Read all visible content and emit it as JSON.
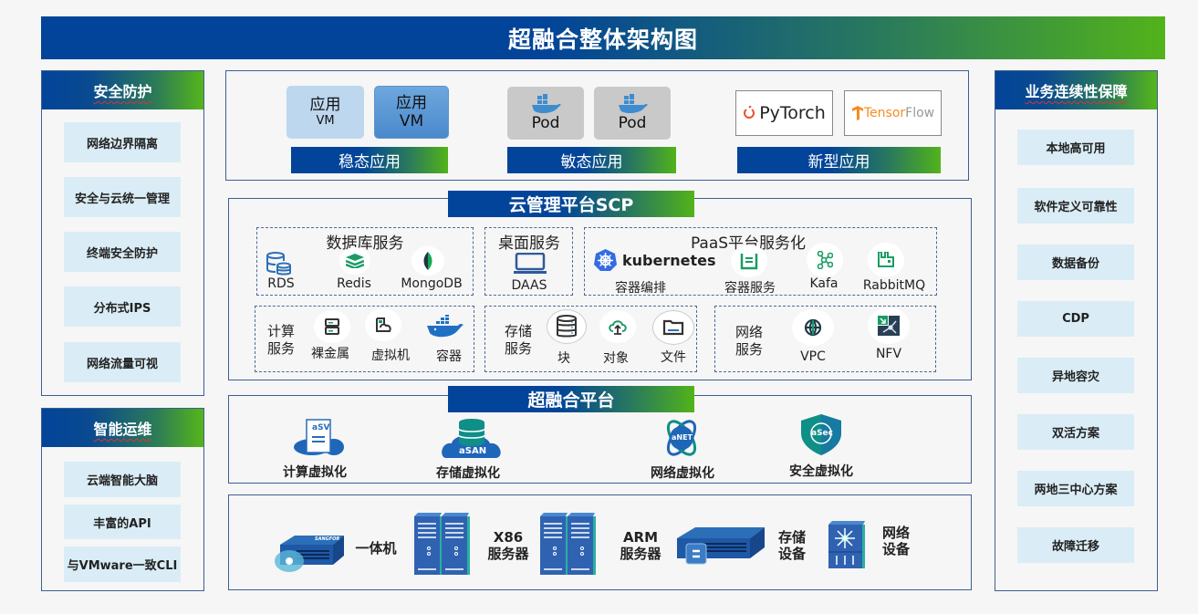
{
  "title": "超融合整体架构图",
  "left_panels": [
    {
      "heading": "安全防护",
      "items": [
        "网络边界隔离",
        "安全与云统一管理",
        "终端安全防护",
        "分布式IPS",
        "网络流量可视"
      ]
    },
    {
      "heading": "智能运维",
      "items": [
        "云端智能大脑",
        "丰富的API",
        "与VMware一致CLI"
      ]
    }
  ],
  "right_panel": {
    "heading": "业务连续性保障",
    "items": [
      "本地高可用",
      "软件定义可靠性",
      "数据备份",
      "CDP",
      "异地容灾",
      "双活方案",
      "两地三中心方案",
      "故障迁移"
    ]
  },
  "apps": {
    "stable": {
      "label": "稳态应用",
      "tiles": [
        {
          "line1": "应用",
          "line2": "VM"
        },
        {
          "line1": "应用",
          "line2": "VM"
        }
      ]
    },
    "sensitive": {
      "label": "敏态应用",
      "tiles": [
        {
          "text": "Pod"
        },
        {
          "text": "Pod"
        }
      ]
    },
    "new": {
      "label": "新型应用",
      "logos": [
        "PyTorch",
        "Tensor",
        "Flow"
      ]
    }
  },
  "scp": {
    "title": "云管理平台SCP",
    "db": {
      "title": "数据库服务",
      "items": [
        "RDS",
        "Redis",
        "MongoDB"
      ]
    },
    "desktop": {
      "title": "桌面服务",
      "items": [
        "DAAS"
      ]
    },
    "paas": {
      "title": "PaaS平台服务化",
      "k8s_logo": "kubernetes",
      "items": [
        "容器编排",
        "容器服务",
        "Kafa",
        "RabbitMQ"
      ]
    },
    "compute": {
      "title_l1": "计算",
      "title_l2": "服务",
      "items": [
        "裸金属",
        "虚拟机",
        "容器"
      ]
    },
    "storage": {
      "title_l1": "存储",
      "title_l2": "服务",
      "items": [
        "块",
        "对象",
        "文件"
      ]
    },
    "network": {
      "title_l1": "网络",
      "title_l2": "服务",
      "items": [
        "VPC",
        "NFV"
      ]
    }
  },
  "hci": {
    "title": "超融合平台",
    "items": [
      {
        "badge": "aSV",
        "label": "计算虚拟化"
      },
      {
        "badge": "aSAN",
        "label": "存储虚拟化"
      },
      {
        "badge": "aNET",
        "label": "网络虚拟化"
      },
      {
        "badge": "aSec",
        "label": "安全虚拟化"
      }
    ]
  },
  "hardware": {
    "brand": "SANGFOR",
    "items": [
      {
        "l1": "一体机",
        "l2": ""
      },
      {
        "l1": "X86",
        "l2": "服务器"
      },
      {
        "l1": "ARM",
        "l2": "服务器"
      },
      {
        "l1": "存储",
        "l2": "设备"
      },
      {
        "l1": "网络",
        "l2": "设备"
      }
    ]
  },
  "colors": {
    "brand_blue": "#024499",
    "brand_green": "#52b31a",
    "tile_bg": "#daedf6",
    "border": "#3d5f91"
  }
}
